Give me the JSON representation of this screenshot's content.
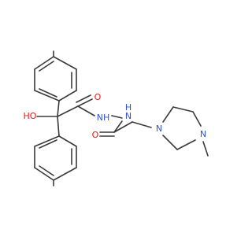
{
  "molecule": {
    "atoms": {
      "hydroxyl_oxygen": "HO",
      "hydrazide_carbonyl_oxygen": "O",
      "amide_carbonyl_oxygen": "O",
      "hydrazide_nh_1": "NH",
      "hydrazide_nh_2": "H",
      "hydrazide_n_2": "N",
      "piperazine_n_1": "N",
      "piperazine_n_4": "N"
    },
    "colors": {
      "bond": "#3a3a3a",
      "oxygen": "#ff0d0d",
      "nitrogen": "#3050f8"
    }
  }
}
